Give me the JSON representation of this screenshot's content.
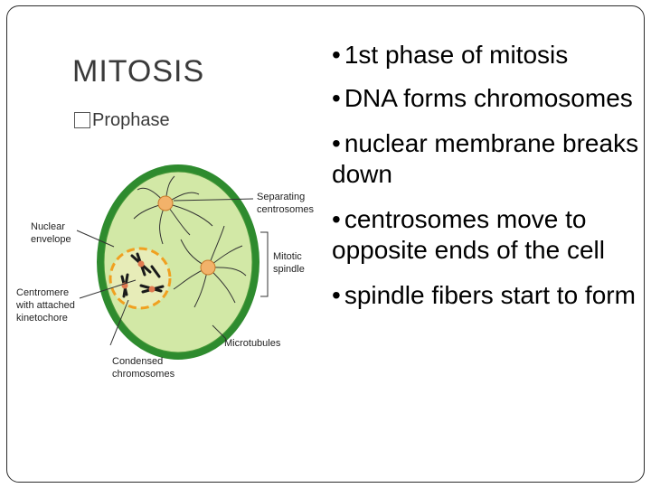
{
  "slide": {
    "title": "MITOSIS",
    "subtitle_glyph": "",
    "subtitle": "Prophase",
    "bullet_symbol": "•",
    "bullets": [
      "1st phase of mitosis",
      "DNA forms chromosomes",
      "nuclear membrane breaks down",
      "centrosomes move to opposite ends of the cell",
      "spindle fibers start to form"
    ]
  },
  "diagram": {
    "labels": {
      "nuclear_envelope_1": "Nuclear",
      "nuclear_envelope_2": "envelope",
      "centromere_1": "Centromere",
      "centromere_2": "with attached",
      "centromere_3": "kinetochore",
      "condensed_1": "Condensed",
      "condensed_2": "chromosomes",
      "separating_1": "Separating",
      "separating_2": "centrosomes",
      "mitotic_1": "Mitotic",
      "mitotic_2": "spindle",
      "microtubules": "Microtubules"
    },
    "colors": {
      "cell_wall": "#2e8b2e",
      "cytoplasm": "#d2e8a6",
      "nucleus_outline": "#f0a020",
      "chromosome": "#1a1a1a",
      "centromere": "#e07a50",
      "centrosome": "#f2b26a"
    }
  }
}
